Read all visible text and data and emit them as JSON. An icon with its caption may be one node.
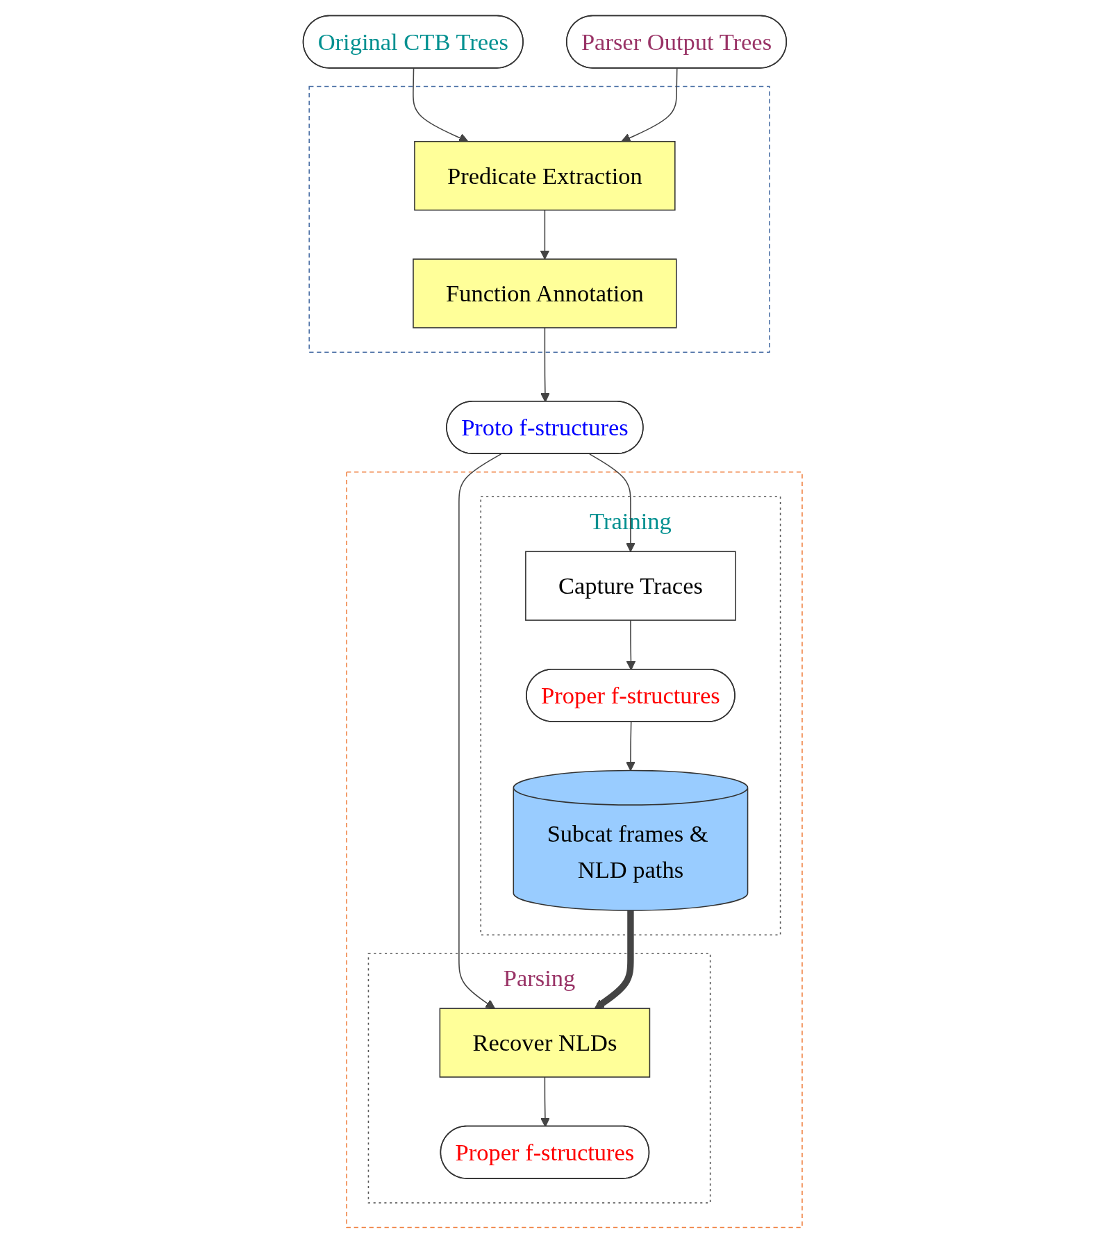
{
  "diagram": {
    "nodes": [
      {
        "text": [
          "Original CTB Trees"
        ]
      },
      {
        "text": [
          "Parser Output Trees"
        ]
      },
      {
        "text": [],
        "shape": "box"
      },
      {
        "text": [
          "Predicate Extraction"
        ],
        "in": 2
      },
      {
        "text": [
          "Function Annotation"
        ],
        "in": 2
      },
      {
        "text": [
          "Proto f-structures"
        ]
      },
      {
        "text": [],
        "shape": "box"
      },
      {
        "text": [
          "Training"
        ],
        "in": 6
      },
      {
        "text": [
          "Parsing"
        ],
        "in": 6
      },
      {
        "text": [
          "Capture Traces"
        ],
        "in": 7
      },
      {
        "text": [
          "Proper f-structures"
        ],
        "in": 7
      },
      {
        "text": [
          "Subcat frames & NLD paths"
        ],
        "in": 7
      },
      {
        "text": [
          "Recover NLDs"
        ],
        "in": 8
      },
      {
        "text": [
          "Proper f-structures"
        ],
        "in": 8
      }
    ],
    "edges": [
      {
        "from": 0,
        "to": 3,
        "arrow": "to"
      },
      {
        "from": 1,
        "to": 3,
        "arrow": "to"
      },
      {
        "from": 3,
        "to": 4,
        "arrow": "to"
      },
      {
        "from": 4,
        "to": 5,
        "arrow": "to"
      },
      {
        "from": 5,
        "to": 9,
        "arrow": "to"
      },
      {
        "from": 5,
        "to": 12,
        "arrow": "to"
      },
      {
        "from": 9,
        "to": 10,
        "arrow": "to"
      },
      {
        "from": 10,
        "to": 11,
        "arrow": "to"
      },
      {
        "from": 11,
        "to": 12,
        "arrow": "to",
        "style": "thick"
      },
      {
        "from": 12,
        "to": 13,
        "arrow": "to"
      }
    ]
  }
}
